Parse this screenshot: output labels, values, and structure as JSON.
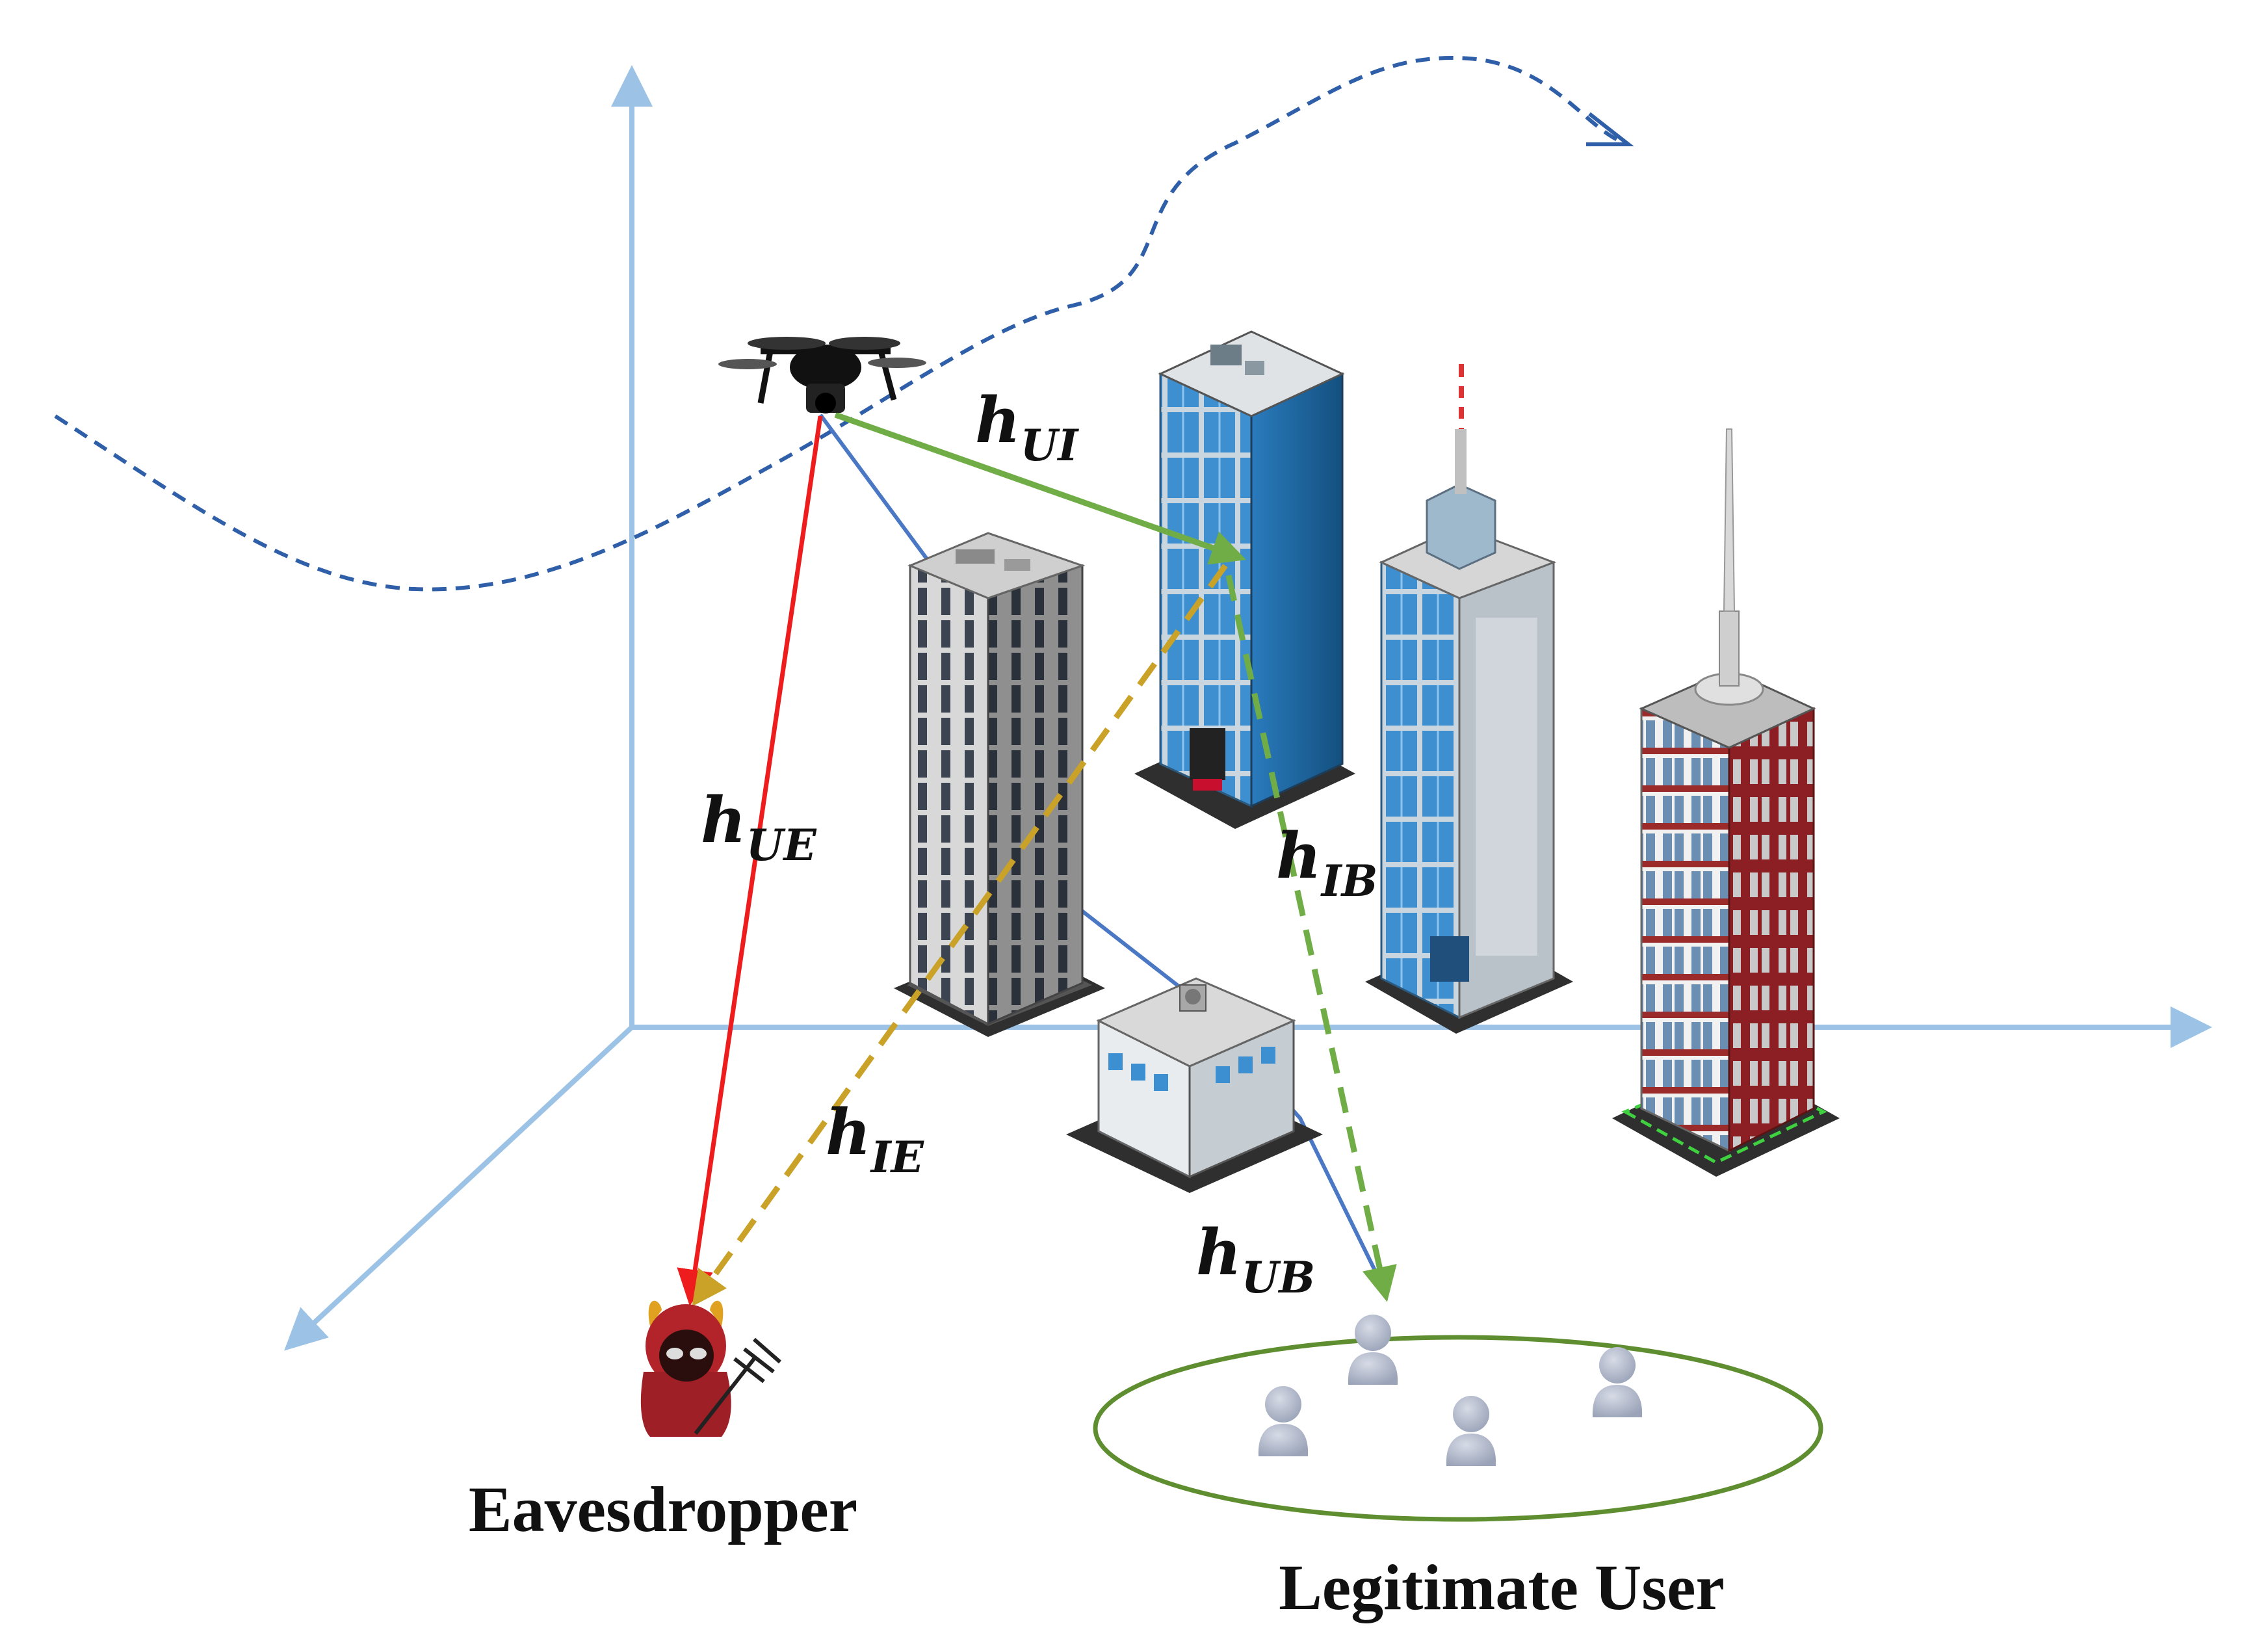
{
  "labels": {
    "eavesdropper": "Eavesdropper",
    "legitimate_user": "Legitimate User"
  },
  "channels": {
    "h_ui": {
      "base": "h",
      "sub": "UI"
    },
    "h_ue": {
      "base": "h",
      "sub": "UE"
    },
    "h_ib": {
      "base": "h",
      "sub": "IB"
    },
    "h_ie": {
      "base": "h",
      "sub": "IE"
    },
    "h_ub": {
      "base": "h",
      "sub": "UB"
    }
  },
  "colors": {
    "axis": "#9cc3e6",
    "trajectory": "#2e5fa8",
    "link_ue": "#ee1c1c",
    "link_ub": "#4a78c4",
    "link_ui_ib": "#70ad47",
    "link_ie": "#c9a227",
    "user_circle": "#5e8e2f"
  },
  "icons": [
    "uav-drone-icon",
    "ris-building-icon",
    "eavesdropper-devil-icon",
    "user-person-icon"
  ]
}
